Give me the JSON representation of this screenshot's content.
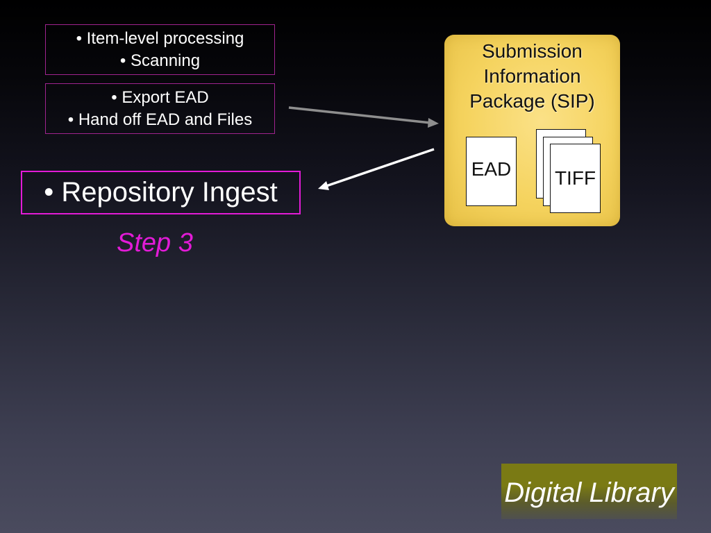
{
  "box1": {
    "line1": "• Item-level processing",
    "line2": "• Scanning"
  },
  "box2": {
    "line1": "• Export EAD",
    "line2": "• Hand off EAD and Files"
  },
  "ingest_box": {
    "label": "• Repository Ingest"
  },
  "step_label": "Step 3",
  "sip": {
    "title_line1": "Submission",
    "title_line2": "Information",
    "title_line3": "Package (SIP)",
    "ead_label": "EAD",
    "tiff_label": "TIFF"
  },
  "brand": {
    "label": "Digital Library"
  },
  "colors": {
    "box_border": "#a0238f",
    "highlight": "#e21bd7",
    "sip_fill": "#f5d35e",
    "brand_fill": "#7a7a14"
  }
}
